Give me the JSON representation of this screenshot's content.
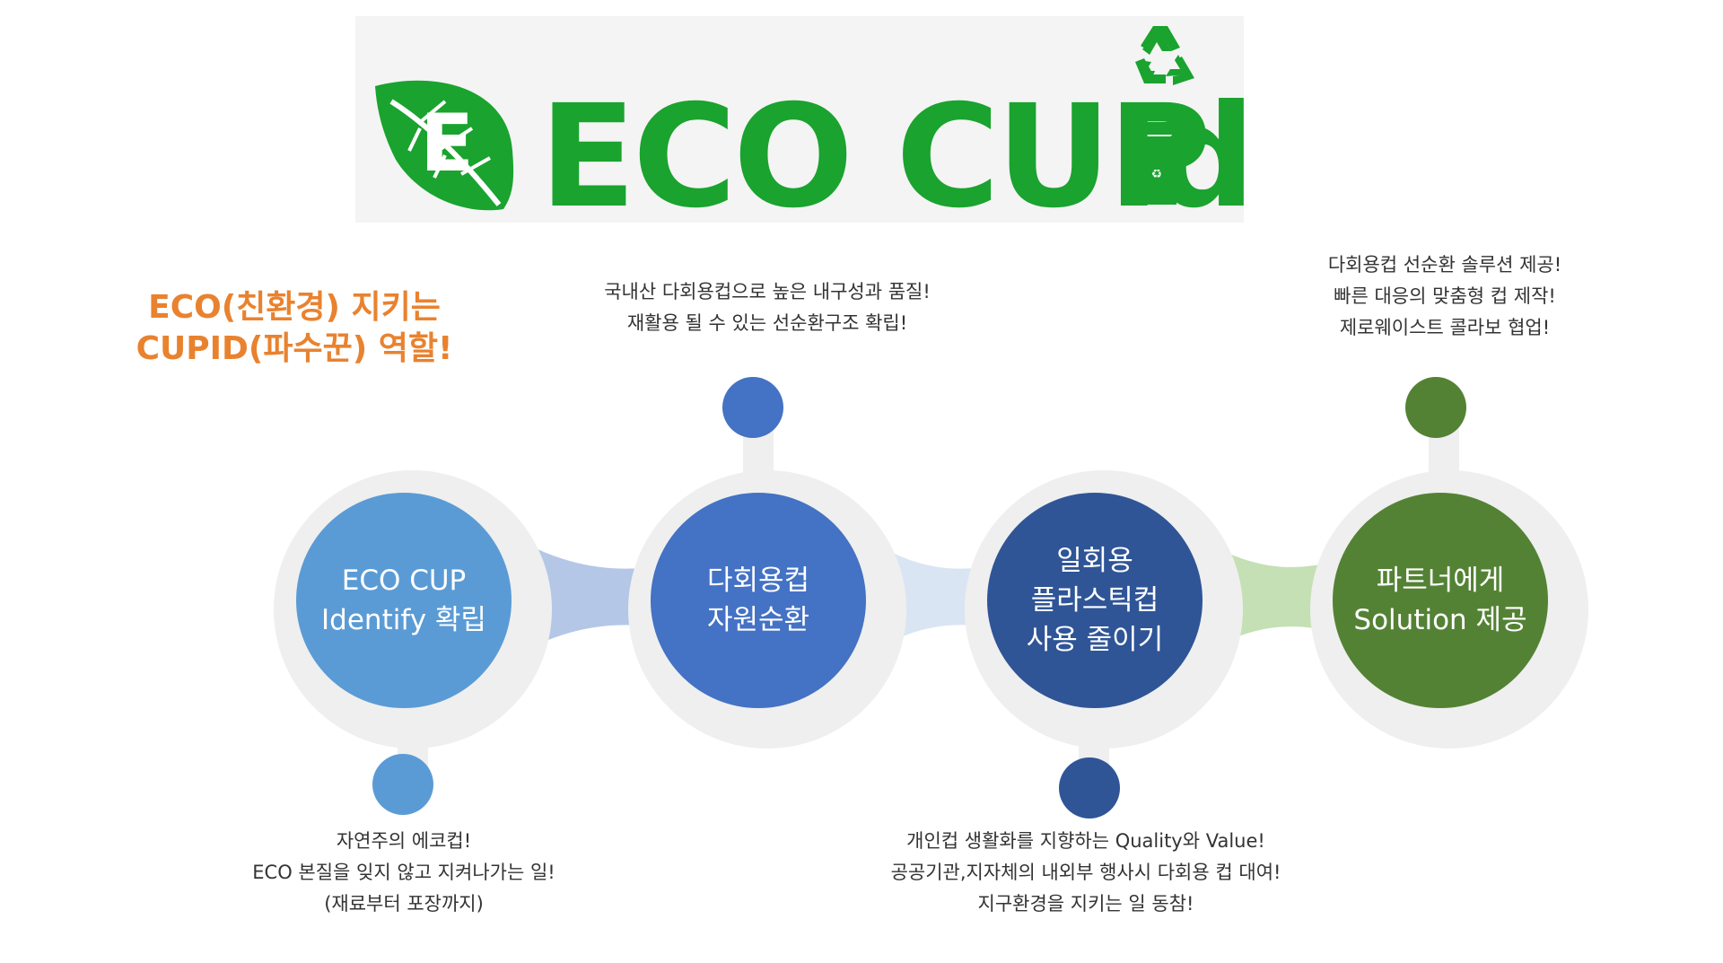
{
  "logo": {
    "brand_text": "ECO CUP",
    "brand_tail": "d",
    "leaf_letter": "E",
    "colors": {
      "green": "#1aa32e",
      "background": "#f4f4f4"
    },
    "icons": [
      "leaf-icon",
      "recycle-icon",
      "cup-icon"
    ]
  },
  "slogan": {
    "line1": "ECO(친환경)  지키는",
    "line2": "CUPID(파수꾼) 역할!",
    "color": "#e9822f"
  },
  "steps": [
    {
      "title_lines": [
        "ECO CUP",
        "Identify 확립"
      ],
      "color": "#5b9bd5",
      "description": [
        "자연주의 에코컵!",
        "ECO 본질을 잊지 않고 지켜나가는 일!",
        "(재료부터 포장까지)"
      ]
    },
    {
      "title_lines": [
        "다회용컵",
        "자원순환"
      ],
      "color": "#4472c4",
      "description": [
        "국내산 다회용컵으로 높은 내구성과 품질!",
        "재활용 될 수 있는 선순환구조 확립!"
      ]
    },
    {
      "title_lines": [
        "일회용",
        "플라스틱컵",
        "사용 줄이기"
      ],
      "color": "#2f5597",
      "description": [
        "개인컵 생활화를 지향하는 Quality와 Value!",
        "공공기관,지자체의 내외부 행사시 다회용 컵 대여!",
        "지구환경을 지키는 일 동참!"
      ]
    },
    {
      "title_lines": [
        "파트너에게",
        "Solution 제공"
      ],
      "color": "#548235",
      "description": [
        "다회용컵 선순환 솔루션 제공!",
        "빠른 대응의 맞춤형 컵 제작!",
        "제로웨이스트 콜라보 협업!"
      ]
    }
  ],
  "connectors": {
    "colors": [
      "#b4c7e7",
      "#dae5f3",
      "#c5e0b4"
    ]
  }
}
